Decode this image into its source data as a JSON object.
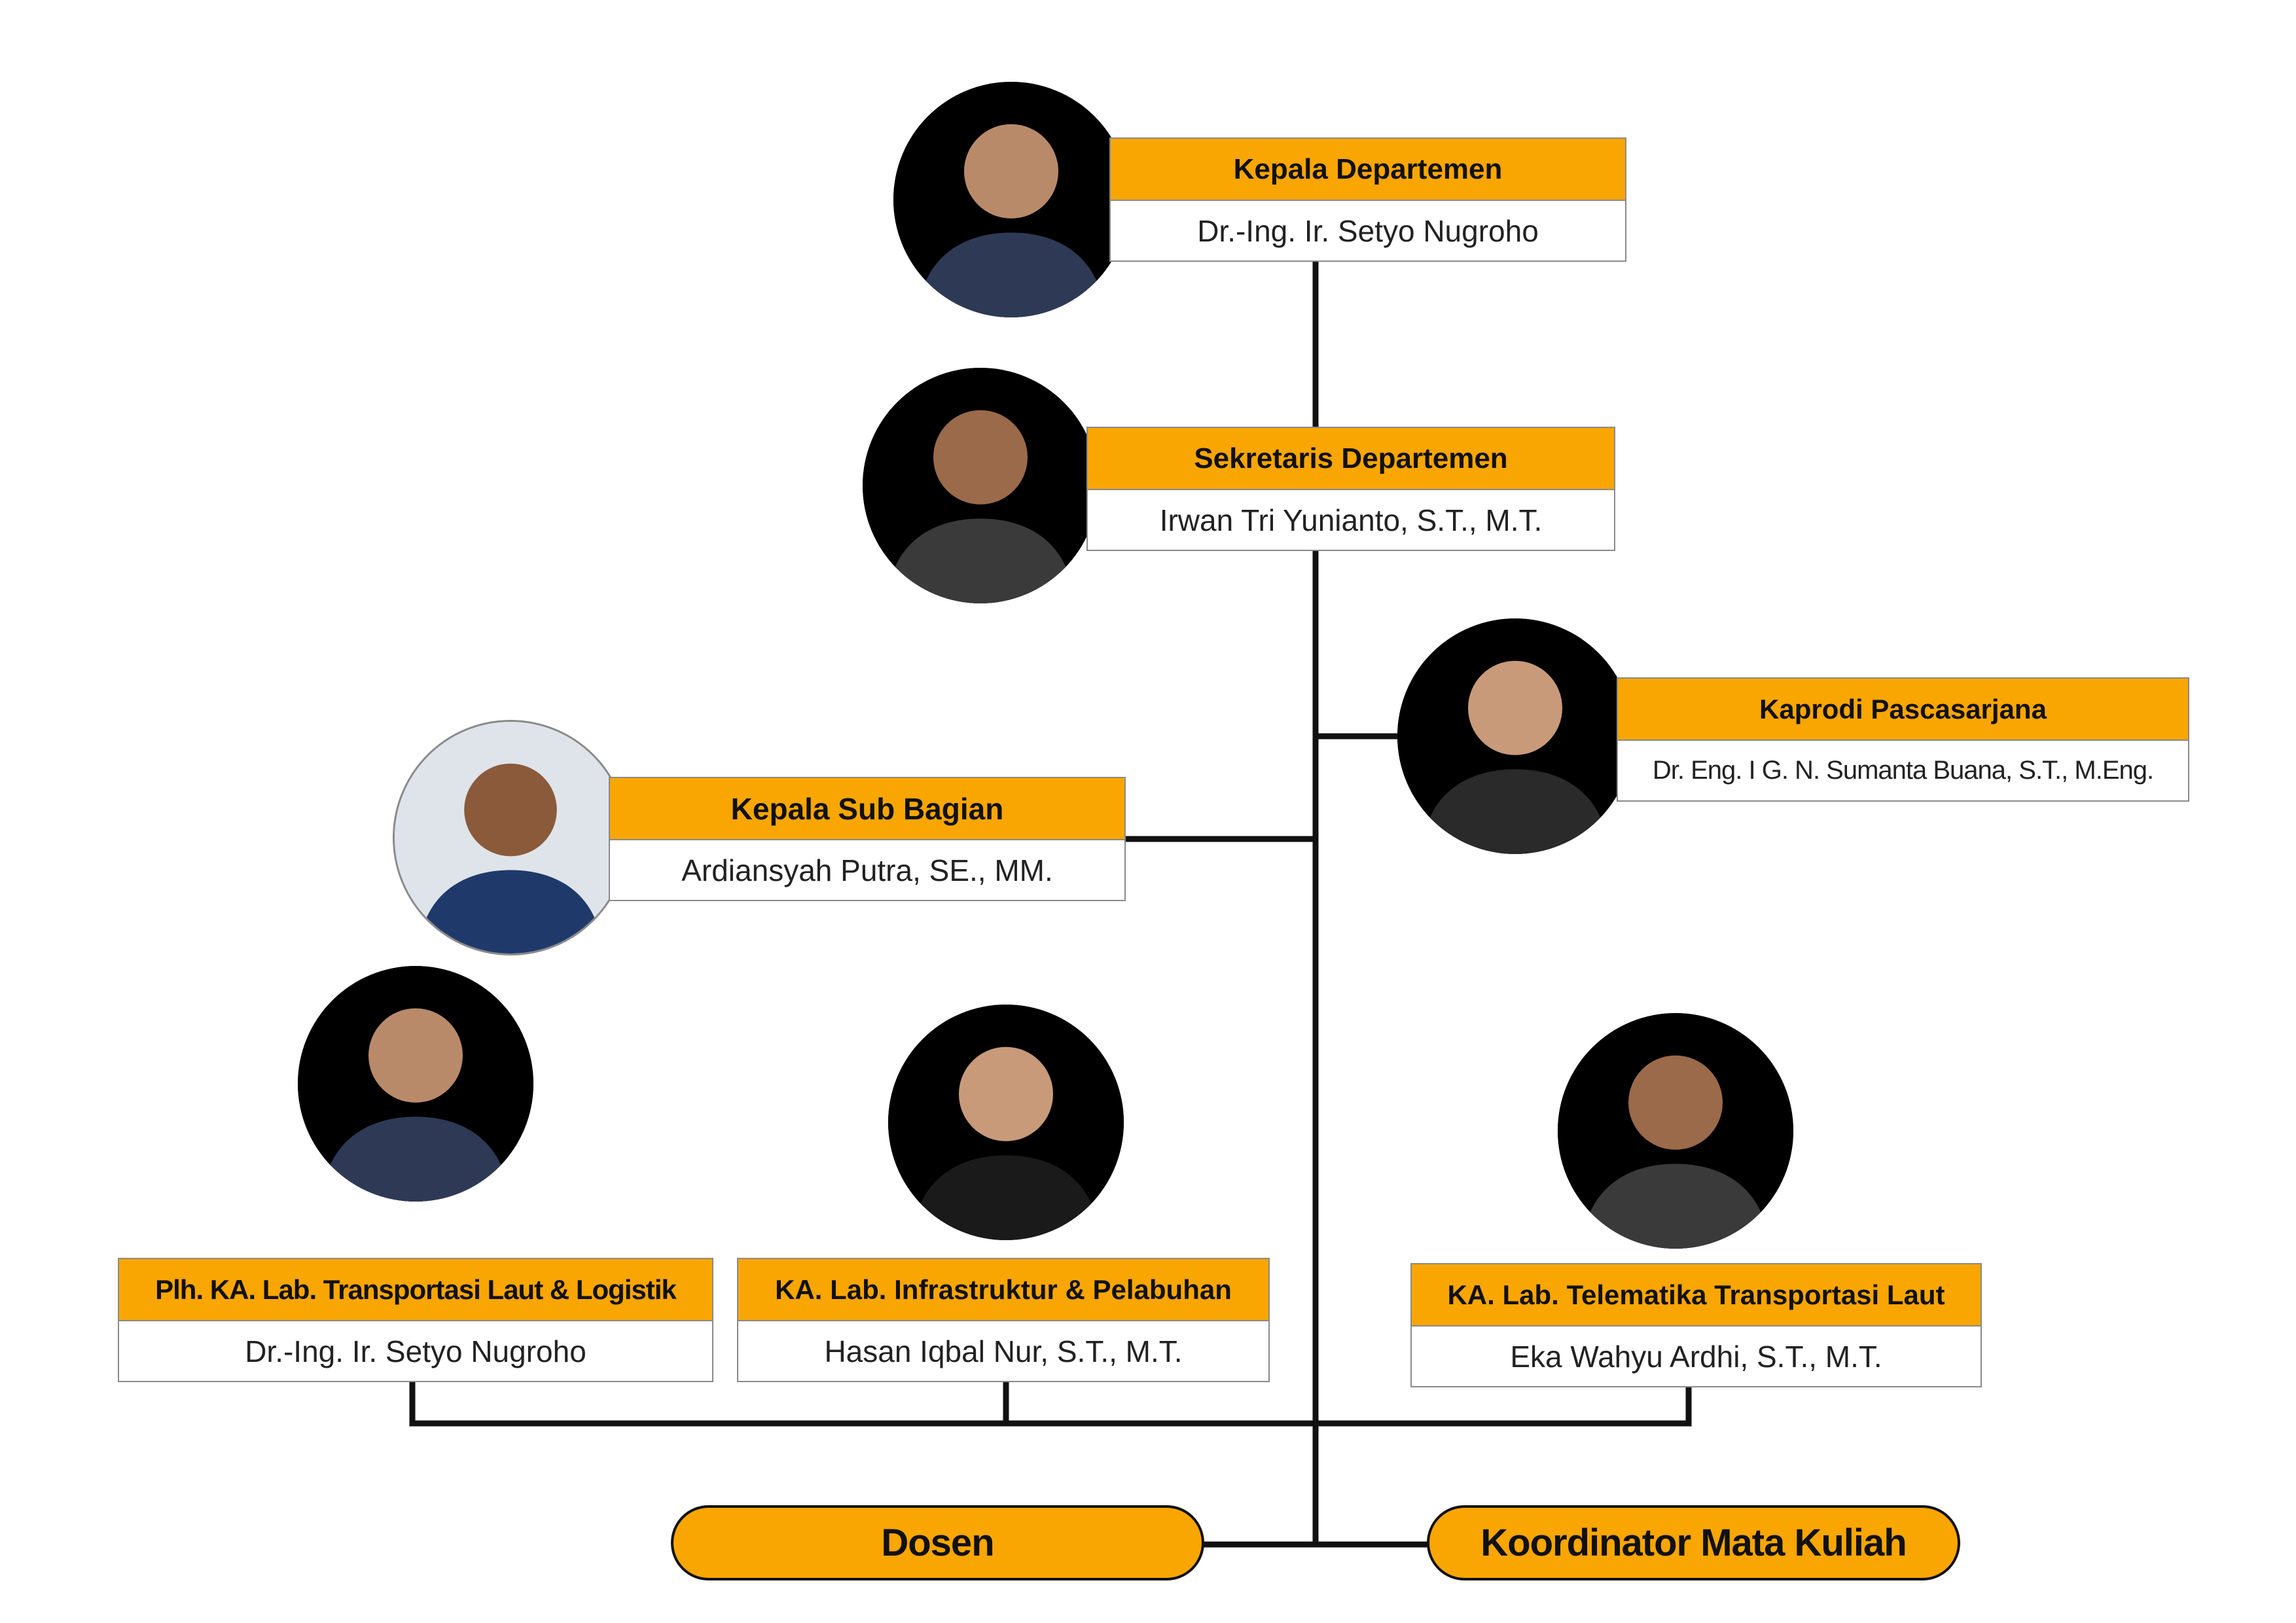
{
  "colors": {
    "accent": "#f9a602",
    "line": "#111111",
    "border": "#8a8a8a"
  },
  "positions": {
    "kepala_departemen": {
      "title": "Kepala Departemen",
      "name": "Dr.-Ing. Ir. Setyo Nugroho"
    },
    "sekretaris_departemen": {
      "title": "Sekretaris Departemen",
      "name": "Irwan Tri Yunianto, S.T., M.T."
    },
    "kaprodi_pascasarjana": {
      "title": "Kaprodi Pascasarjana",
      "name": "Dr. Eng. I G. N. Sumanta Buana, S.T., M.Eng."
    },
    "kepala_sub_bagian": {
      "title": "Kepala Sub Bagian",
      "name": "Ardiansyah Putra, SE., MM."
    },
    "lab_transportasi": {
      "title": "Plh. KA. Lab. Transportasi Laut & Logistik",
      "name": "Dr.-Ing. Ir. Setyo Nugroho"
    },
    "lab_infrastruktur": {
      "title": "KA. Lab. Infrastruktur & Pelabuhan",
      "name": "Hasan Iqbal Nur, S.T., M.T."
    },
    "lab_telematika": {
      "title": "KA. Lab. Telematika Transportasi Laut",
      "name": "Eka Wahyu Ardhi, S.T., M.T."
    }
  },
  "groups": {
    "dosen": "Dosen",
    "koordinator": "Koordinator Mata Kuliah"
  },
  "icons": {
    "portrait": "person-photo-icon"
  }
}
